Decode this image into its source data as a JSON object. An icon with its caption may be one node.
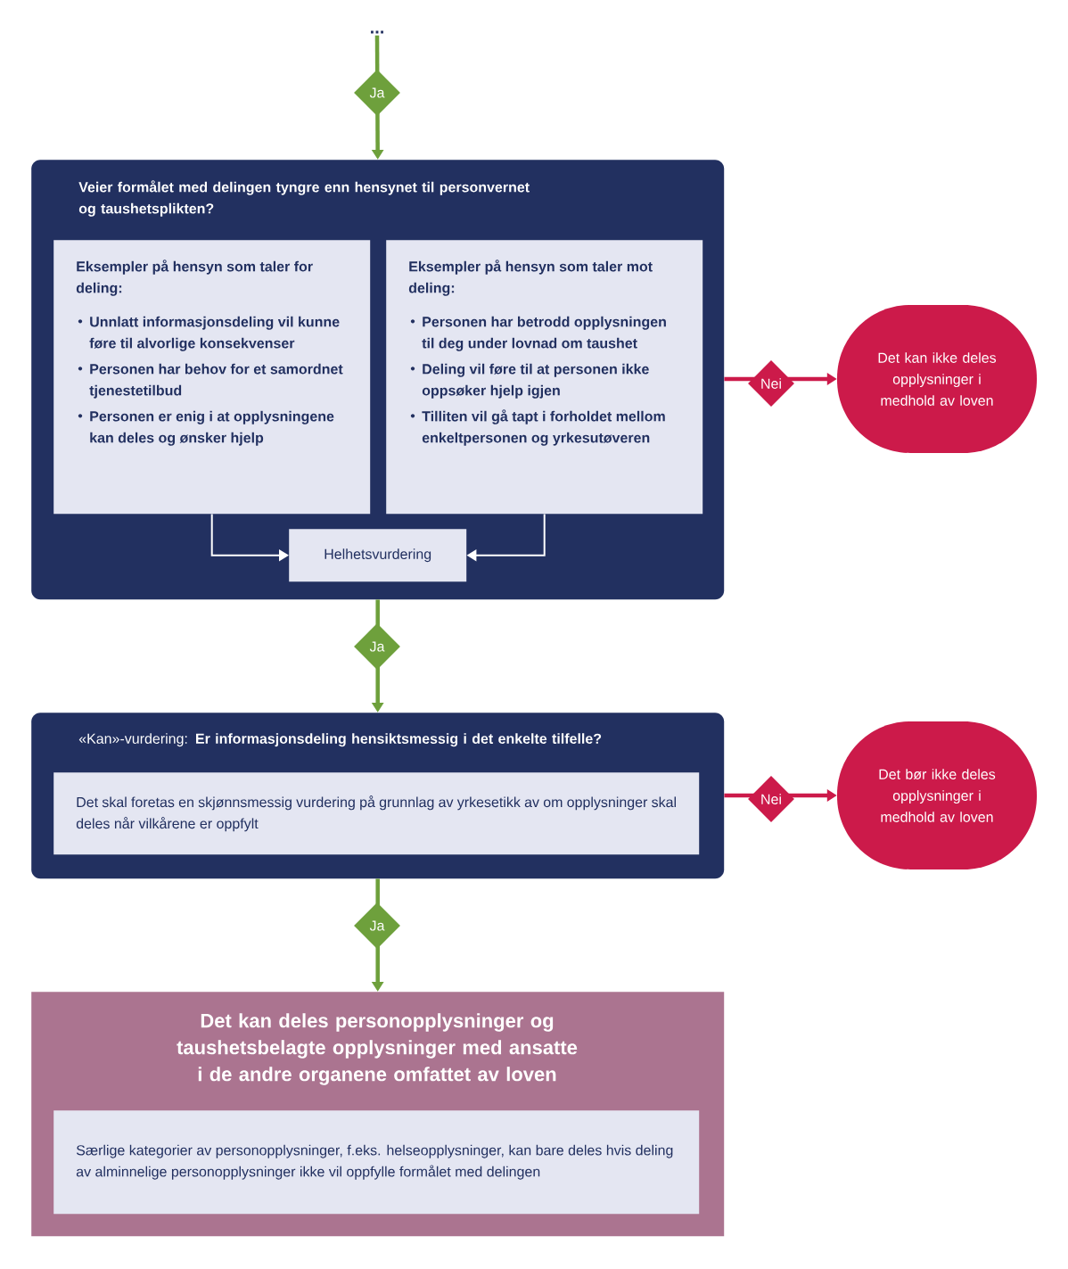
{
  "diagram": {
    "nodes": [
      {
        "text": [
          "..."
        ]
      },
      {
        "text": [
          "Veier formålet med delingen tyngre enn hensynet til personvernet og taushetsplikten?"
        ]
      },
      {
        "text": [
          "Eksempler på hensyn som taler for deling:",
          "Unnlatt informasjonsdeling vil kunne føre til alvorlige konsekvenser",
          "Personen har behov for et samordnet tjenestetilbud",
          "Personen er enig i at opplysningene kan deles og ønsker hjelp"
        ],
        "in": 1
      },
      {
        "text": [
          "Eksempler på hensyn som taler mot deling:",
          "Personen har betrodd opplysningen til deg under lovnad om taushet",
          "Deling vil føre til at personen ikke oppsøker hjelp igjen",
          "Tilliten vil gå tapt i forholdet mellom enkeltpersonen og yrkesutøveren"
        ],
        "in": 1
      },
      {
        "text": [
          "Helhetsvurdering"
        ],
        "in": 1
      },
      {
        "text": [
          "Det kan ikke deles opplysninger i medhold av loven"
        ]
      },
      {
        "text": [
          "«Kan»-vurdering: **Er informasjonsdeling hensiktsmessig i det enkelte tilfelle?**"
        ]
      },
      {
        "text": [
          "Det skal foretas en skjønnsmessig vurdering på grunnlag av yrkesetikk av om opplysninger skal deles når vilkårene er oppfylt"
        ],
        "in": 6
      },
      {
        "text": [
          "Det bør ikke deles opplysninger i medhold av loven"
        ]
      },
      {
        "text": [
          "Det kan deles personopplysninger og taushetsbelagte opplysninger med ansatte i de andre organene omfattet av loven"
        ]
      },
      {
        "text": [
          "Særlige kategorier av personopplysninger, f.eks. helseopplysninger, kan bare deles hvis deling av alminnelige personopplysninger ikke vil oppfylle formålet med delingen"
        ],
        "in": 9
      }
    ],
    "edges": [
      {
        "from": 0,
        "to": 1,
        "arrow": "to",
        "label": "Ja"
      },
      {
        "from": 2,
        "to": 4,
        "arrow": "to",
        "color": "#ffffff"
      },
      {
        "from": 3,
        "to": 4,
        "arrow": "to",
        "color": "#ffffff"
      },
      {
        "from": 1,
        "to": 5,
        "arrow": "to",
        "label": "Nei",
        "color": "#cc1a4a"
      },
      {
        "from": 1,
        "to": 6,
        "arrow": "to",
        "label": "Ja"
      },
      {
        "from": 6,
        "to": 8,
        "arrow": "to",
        "label": "Nei",
        "color": "#cc1a4a"
      },
      {
        "from": 6,
        "to": 9,
        "arrow": "to",
        "label": "Ja"
      }
    ]
  }
}
